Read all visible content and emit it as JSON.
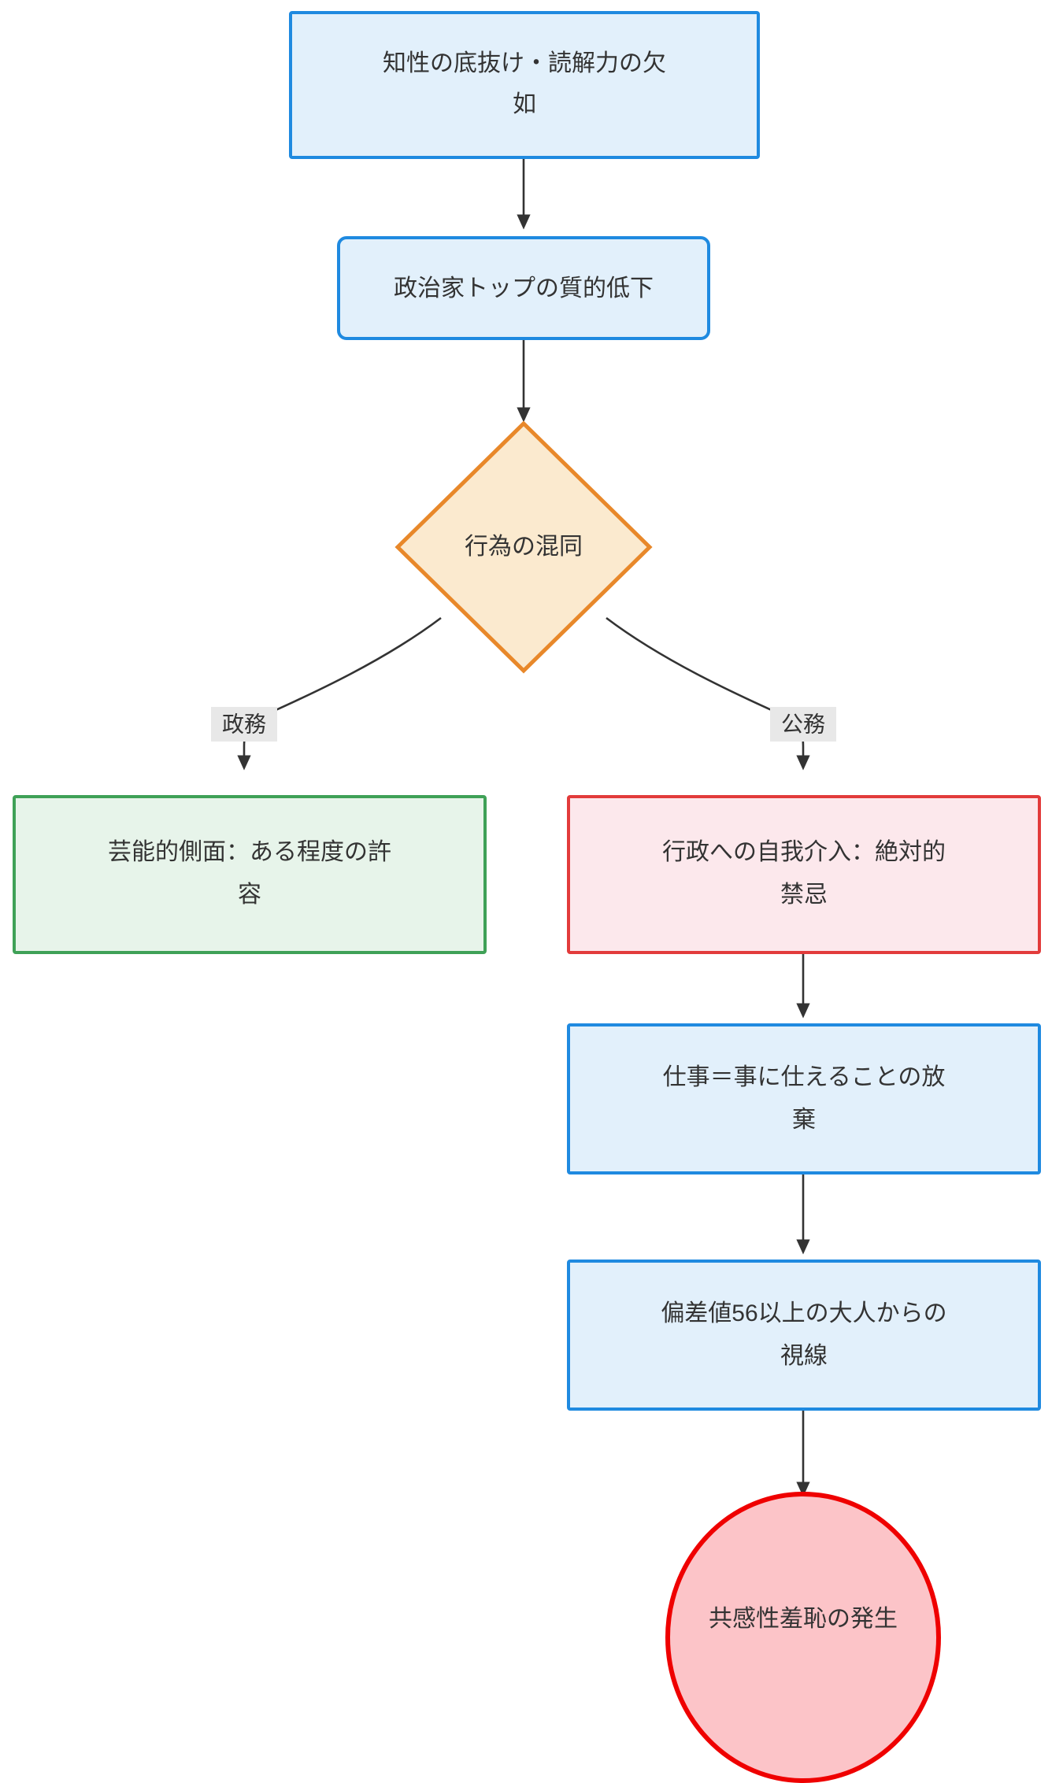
{
  "diagram": {
    "type": "flowchart",
    "direction": "top-down",
    "background": "#ffffff",
    "nodes": [
      {
        "id": "n1",
        "label": "知性の底抜け・読解力の欠如",
        "lines": [
          "知性の底抜け・読解力の欠",
          "如"
        ],
        "shape": "rectangle",
        "stroke": "#1f8ae0",
        "fill": "#e2f0fb"
      },
      {
        "id": "n2",
        "label": "政治家トップの質的低下",
        "lines": [
          "政治家トップの質的低下"
        ],
        "shape": "rounded-rectangle",
        "stroke": "#1f8ae0",
        "fill": "#e2f0fb"
      },
      {
        "id": "n3",
        "label": "行為の混同",
        "lines": [
          "行為の混同"
        ],
        "shape": "diamond",
        "stroke": "#e8882a",
        "fill": "#fbeacf"
      },
      {
        "id": "n4",
        "label": "芸能的側面：ある程度の許容",
        "lines": [
          "芸能的側面：ある程度の許",
          "容"
        ],
        "shape": "rectangle",
        "stroke": "#3fa157",
        "fill": "#e7f4ea"
      },
      {
        "id": "n5",
        "label": "行政への自我介入：絶対的禁忌",
        "lines": [
          "行政への自我介入：絶対的",
          "禁忌"
        ],
        "shape": "rectangle",
        "stroke": "#e23b3b",
        "fill": "#fce8ec"
      },
      {
        "id": "n6",
        "label": "仕事＝事に仕えることの放棄",
        "lines": [
          "仕事＝事に仕えることの放",
          "棄"
        ],
        "shape": "rectangle",
        "stroke": "#1f8ae0",
        "fill": "#e2f0fb"
      },
      {
        "id": "n7",
        "label": "偏差値56以上の大人からの視線",
        "lines": [
          "偏差値56以上の大人からの",
          "視線"
        ],
        "shape": "rectangle",
        "stroke": "#1f8ae0",
        "fill": "#e2f0fb"
      },
      {
        "id": "n8",
        "label": "共感性羞恥の発生",
        "lines": [
          "共感性羞恥の発生"
        ],
        "shape": "circle",
        "stroke": "#ef0000",
        "fill": "#fcc4c8"
      }
    ],
    "edges": [
      {
        "id": "e1",
        "from": "n1",
        "to": "n2",
        "label": ""
      },
      {
        "id": "e2",
        "from": "n2",
        "to": "n3",
        "label": ""
      },
      {
        "id": "e3",
        "from": "n3",
        "to": "n4",
        "label": "政務"
      },
      {
        "id": "e4",
        "from": "n3",
        "to": "n5",
        "label": "公務"
      },
      {
        "id": "e5",
        "from": "n5",
        "to": "n6",
        "label": ""
      },
      {
        "id": "e6",
        "from": "n6",
        "to": "n7",
        "label": ""
      },
      {
        "id": "e7",
        "from": "n7",
        "to": "n8",
        "label": ""
      }
    ],
    "edge_labels": {
      "seimu": "政務",
      "koumu": "公務"
    },
    "colors": {
      "blue_stroke": "#1f8ae0",
      "blue_fill": "#e2f0fb",
      "orange_stroke": "#e8882a",
      "orange_fill": "#fbeacf",
      "green_stroke": "#3fa157",
      "green_fill": "#e7f4ea",
      "red_stroke": "#e23b3b",
      "red_fill": "#fce8ec",
      "circle_stroke": "#ef0000",
      "circle_fill": "#fcc4c8",
      "edge_stroke": "#333333",
      "text": "#333333",
      "label_bg": "#e8e8e8"
    }
  }
}
